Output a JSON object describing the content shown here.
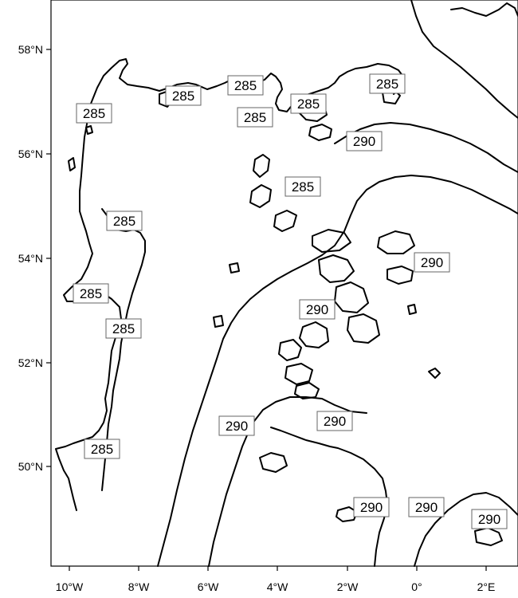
{
  "map": {
    "x_ticks": [
      "10°W",
      "8°W",
      "6°W",
      "4°W",
      "2°W",
      "0°",
      "2°E"
    ],
    "y_ticks": [
      "58°N",
      "56°N",
      "54°N",
      "52°N",
      "50°N"
    ],
    "contour_labels": [
      "285",
      "285",
      "285",
      "285",
      "285",
      "285",
      "285",
      "285",
      "285",
      "285",
      "285",
      "290",
      "290",
      "290",
      "290",
      "290",
      "290",
      "290",
      "290"
    ]
  }
}
